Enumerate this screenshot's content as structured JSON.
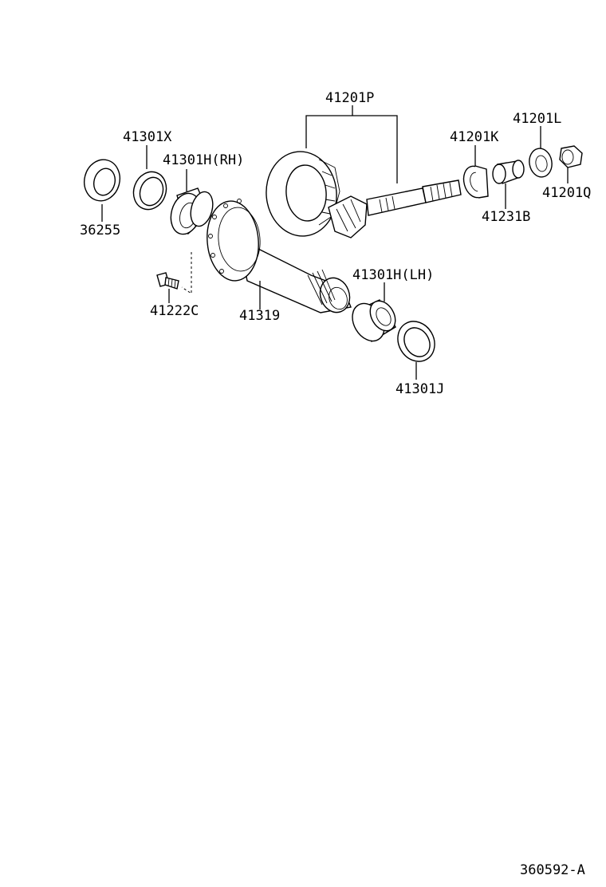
{
  "diagram": {
    "drawing_number": "360592-A",
    "labels": {
      "p41201P": "41201P",
      "p41301X": "41301X",
      "p41301H_RH": "41301H(RH)",
      "p41201K": "41201K",
      "p41201L": "41201L",
      "p41201Q": "41201Q",
      "p41231B": "41231B",
      "p36255": "36255",
      "p41301H_LH": "41301H(LH)",
      "p41222C": "41222C",
      "p41319": "41319",
      "p41301J": "41301J"
    }
  }
}
